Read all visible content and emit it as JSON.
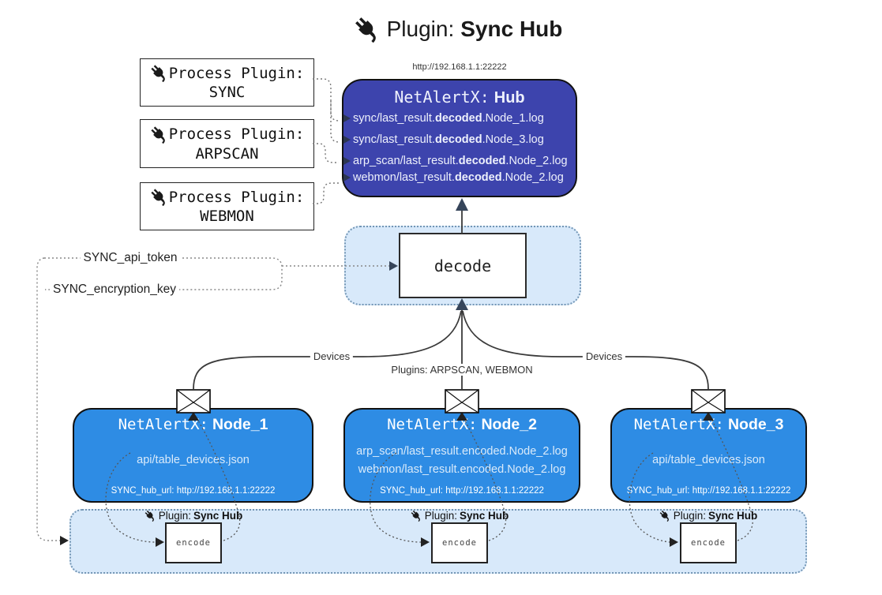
{
  "title": {
    "prefix": "Plugin:",
    "name": "Sync Hub"
  },
  "process_plugins": [
    {
      "label": "Process Plugin:",
      "name": "SYNC"
    },
    {
      "label": "Process Plugin:",
      "name": "ARPSCAN"
    },
    {
      "label": "Process Plugin:",
      "name": "WEBMON"
    }
  ],
  "hub": {
    "url": "http://192.168.1.1:22222",
    "title_prefix": "NetAlertX:",
    "title_name": "Hub",
    "logs": [
      {
        "pre": "sync/last_result.",
        "bold": "decoded",
        "post": ".Node_1.log"
      },
      {
        "pre": "sync/last_result.",
        "bold": "decoded",
        "post": ".Node_3.log"
      },
      {
        "pre": "arp_scan/last_result.",
        "bold": "decoded",
        "post": ".Node_2.log"
      },
      {
        "pre": "webmon/last_result.",
        "bold": "decoded",
        "post": ".Node_2.log"
      }
    ]
  },
  "decode": {
    "label": "decode"
  },
  "tokens": {
    "api_token": "SYNC_api_token",
    "encryption_key": "SYNC_encryption_key"
  },
  "edges": {
    "devices_left": "Devices",
    "plugins_center": "Plugins: ARPSCAN, WEBMON",
    "devices_right": "Devices"
  },
  "nodes": [
    {
      "title_prefix": "NetAlertX:",
      "title_name": "Node_1",
      "files": [
        "api/table_devices.json"
      ],
      "hub_url": "SYNC_hub_url: http://192.168.1.1:22222"
    },
    {
      "title_prefix": "NetAlertX:",
      "title_name": "Node_2",
      "files": [
        "arp_scan/last_result.encoded.Node_2.log",
        "webmon/last_result.encoded.Node_2.log"
      ],
      "hub_url": "SYNC_hub_url: http://192.168.1.1:22222"
    },
    {
      "title_prefix": "NetAlertX:",
      "title_name": "Node_3",
      "files": [
        "api/table_devices.json"
      ],
      "hub_url": "SYNC_hub_url: http://192.168.1.1:22222"
    }
  ],
  "encoders": [
    {
      "label_prefix": "Plugin:",
      "label_name": "Sync Hub",
      "box_label": "encode"
    },
    {
      "label_prefix": "Plugin:",
      "label_name": "Sync Hub",
      "box_label": "encode"
    },
    {
      "label_prefix": "Plugin:",
      "label_name": "Sync Hub",
      "box_label": "encode"
    }
  ],
  "icons": {
    "plug": "plug-icon",
    "envelope": "envelope-icon"
  },
  "colors": {
    "hub_bg": "#3d44ad",
    "node_bg": "#2e8ce4",
    "panel_bg": "#d8e9fa",
    "panel_border": "#7396b5",
    "arrow_dark": "#36455a"
  }
}
